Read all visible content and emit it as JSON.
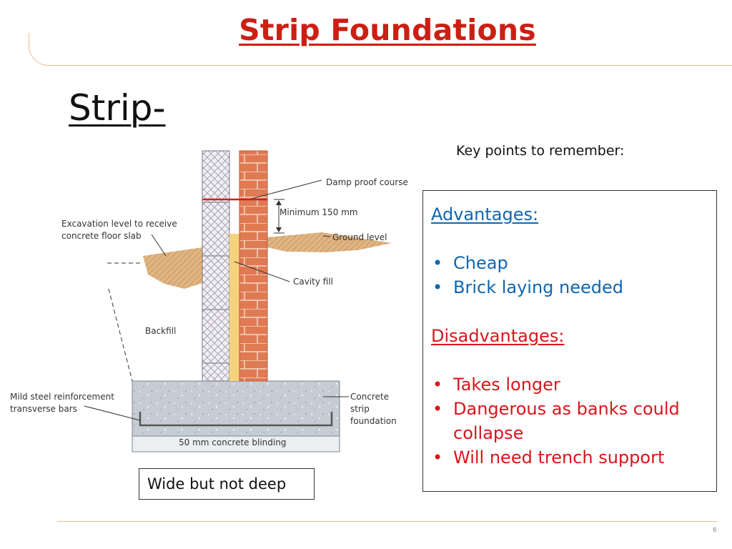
{
  "slide": {
    "title": "Strip Foundations",
    "subtitle": "Strip-",
    "key_points_heading": "Key points to remember:",
    "page_number": "6"
  },
  "info_box": {
    "advantages_heading": "Advantages:",
    "advantages": [
      "Cheap",
      "Brick laying needed"
    ],
    "disadvantages_heading": "Disadvantages:",
    "disadvantages": [
      "Takes longer",
      "Dangerous as banks could collapse",
      "Will need trench support"
    ]
  },
  "caption": "Wide but not deep",
  "diagram": {
    "labels": {
      "damp_proof_course": "Damp proof course",
      "minimum": "Minimum 150 mm",
      "excavation_1": "Excavation level to receive",
      "excavation_2": "concrete floor slab",
      "ground_level": "Ground level",
      "cavity_fill": "Cavity fill",
      "backfill": "Backfill",
      "mild_steel_1": "Mild steel reinforcement",
      "mild_steel_2": "transverse bars",
      "concrete_1": "Concrete",
      "concrete_2": "strip",
      "concrete_3": "foundation",
      "blinding": "50 mm concrete blinding"
    }
  },
  "colors": {
    "title": "#cc1f14",
    "advantages": "#1066b0",
    "disadvantages": "#d9151b",
    "accent_line": "#f1b98a",
    "brick": "#e07a52",
    "cavity_fill": "#f7d27c",
    "soil": "#e0b583",
    "concrete": "#c5ccd3"
  }
}
